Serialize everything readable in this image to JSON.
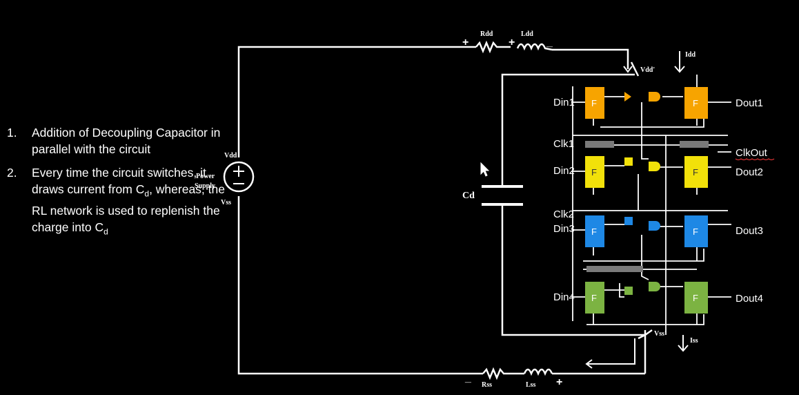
{
  "notes": {
    "item1": {
      "number": "1.",
      "text": "Addition of Decoupling Capacitor in parallel with the circuit"
    },
    "item2": {
      "number": "2.",
      "text_a": "Every time the circuit switches, it draws current from C",
      "sub_a": "d",
      "text_b": ", whereas, the RL network is used to replenish the charge into C",
      "sub_b": "d"
    }
  },
  "labels": {
    "vdd_supply": "Vdd",
    "vss_supply": "Vss",
    "power_supply_1": "Power",
    "power_supply_2": "Supply",
    "rdd": "Rdd",
    "ldd": "Ldd",
    "rss": "Rss",
    "lss": "Lss",
    "plus_top_1": "+",
    "plus_top_2": "+",
    "minus_top": "_",
    "minus_bottom": "_",
    "plus_bottom": "+",
    "vdd_prime": "Vdd'",
    "vss_prime": "Vss'",
    "idd": "Idd",
    "iss": "Iss",
    "cd": "Cd",
    "din1": "Din1",
    "din2": "Din2",
    "din3": "Din3",
    "din4": "Din4",
    "clk1": "Clk1",
    "clk2": "Clk2",
    "dout1": "Dout1",
    "dout2": "Dout2",
    "dout3": "Dout3",
    "dout4": "Dout4",
    "clkout": "ClkOut",
    "ff": "F"
  },
  "colors": {
    "background": "#000000",
    "wire": "#ffffff",
    "ff_row1": "#f7a400",
    "ff_row2": "#f2e10a",
    "ff_row3": "#1e88e5",
    "ff_row4": "#7cb342",
    "bus_gray": "#808080"
  }
}
